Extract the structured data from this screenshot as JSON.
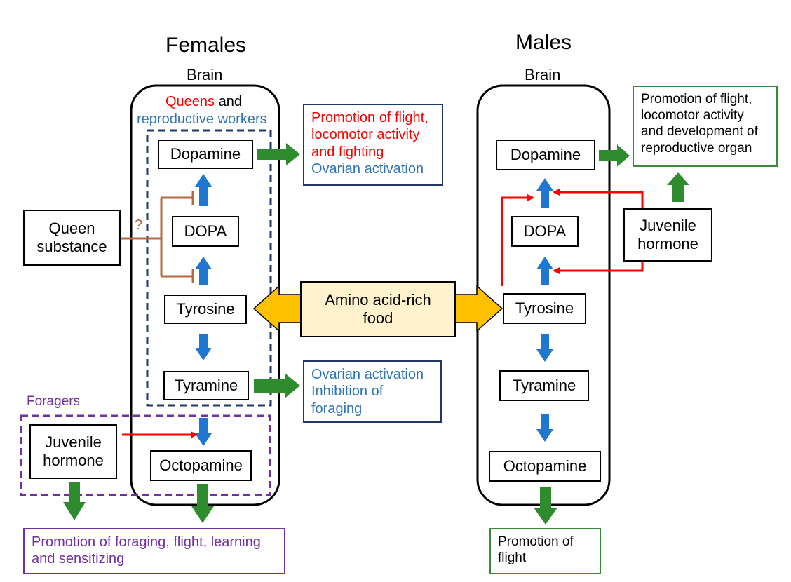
{
  "females": {
    "title": "Females",
    "brain": "Brain",
    "queens_label": "Queens",
    "and_label": "and",
    "reproductive_workers_label": "reproductive workers",
    "nodes": {
      "dopamine": "Dopamine",
      "dopa": "DOPA",
      "tyrosine": "Tyrosine",
      "tyramine": "Tyramine",
      "octopamine": "Octopamine"
    },
    "queen_substance": [
      "Queen",
      "substance"
    ],
    "question_mark": "?",
    "foragers_label": "Foragers",
    "juvenile_hormone": [
      "Juvenile",
      "hormone"
    ],
    "dopamine_effects_red": [
      "Promotion of flight,",
      "locomotor activity",
      "and fighting"
    ],
    "dopamine_effects_blue": [
      "Ovarian activation"
    ],
    "tyramine_effects": [
      "Ovarian activation",
      "Inhibition of",
      "foraging"
    ],
    "octopamine_effects": [
      "Promotion of foraging, flight, learning",
      "and sensitizing"
    ]
  },
  "center": {
    "food": [
      "Amino acid-rich",
      "food"
    ]
  },
  "males": {
    "title": "Males",
    "brain": "Brain",
    "nodes": {
      "dopamine": "Dopamine",
      "dopa": "DOPA",
      "tyrosine": "Tyrosine",
      "tyramine": "Tyramine",
      "octopamine": "Octopamine"
    },
    "juvenile_hormone": [
      "Juvenile",
      "hormone"
    ],
    "dopamine_effects": [
      "Promotion of flight,",
      "locomotor activity",
      "and development of",
      "reproductive organ"
    ],
    "octopamine_effects": [
      "Promotion of",
      "flight"
    ]
  },
  "colors": {
    "blue_arrow": "#1f77d0",
    "green_arrow": "#2e8b2e",
    "red_arrow": "#ff0000",
    "brown_inhibit": "#b46a3c",
    "navy_dashed": "#1f3864",
    "purple": "#7030a0",
    "food_fill": "#fff2cc",
    "food_arrow": "#ffc000",
    "green_border": "#3a8a3a",
    "navy_border": "#1f3864"
  }
}
